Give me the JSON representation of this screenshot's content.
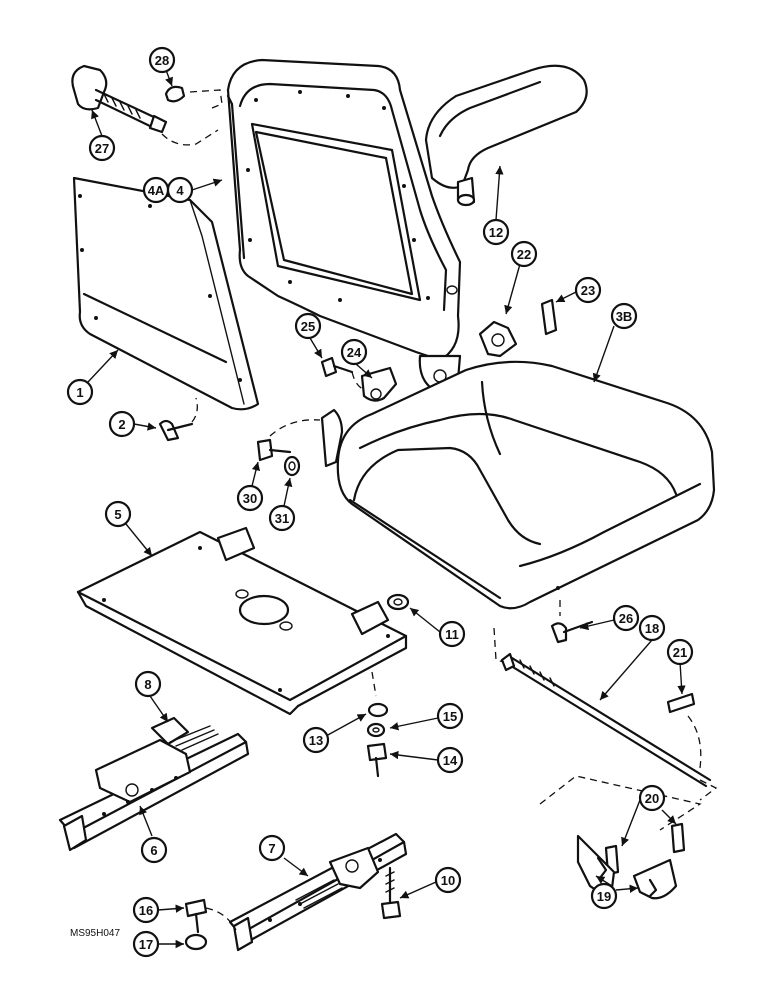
{
  "figure_code": "MS95H047",
  "callouts": [
    "28",
    "27",
    "4A",
    "4",
    "12",
    "22",
    "23",
    "3B",
    "25",
    "24",
    "1",
    "2",
    "30",
    "31",
    "5",
    "11",
    "26",
    "18",
    "21",
    "8",
    "13",
    "15",
    "14",
    "6",
    "20",
    "7",
    "10",
    "16",
    "17",
    "19"
  ]
}
